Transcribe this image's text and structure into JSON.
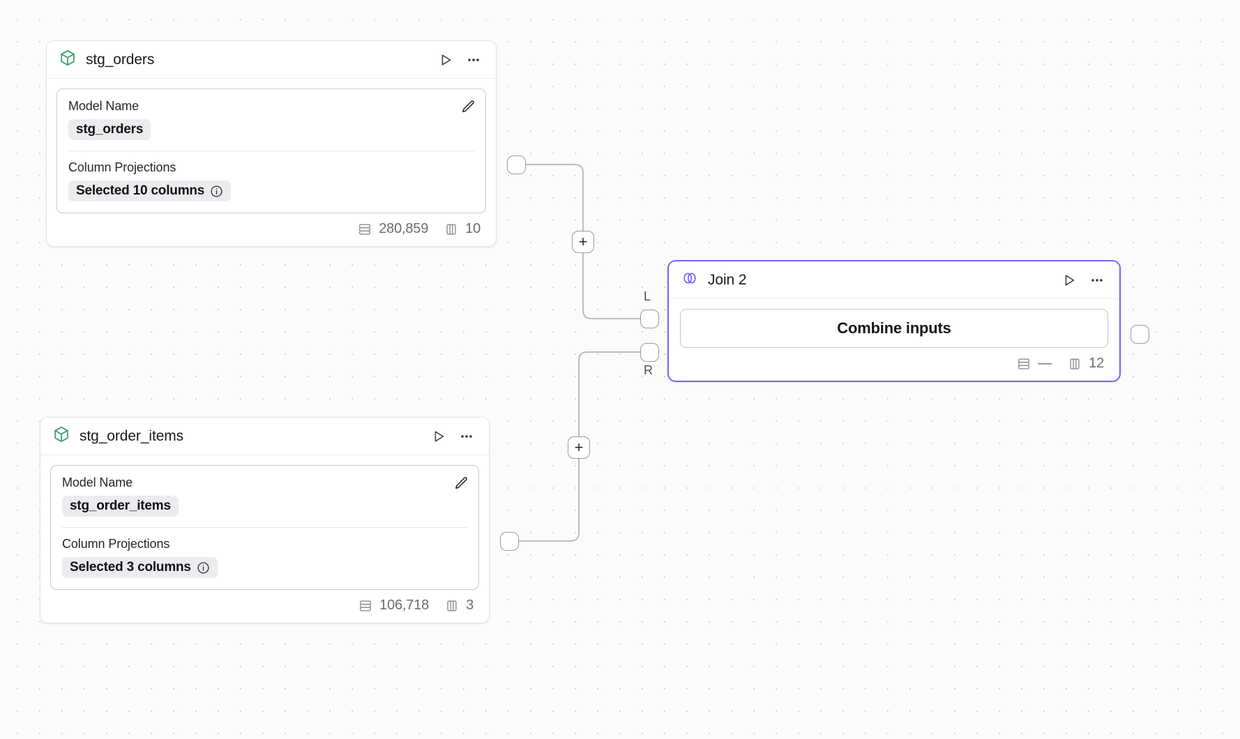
{
  "canvas": {
    "background_color": "#fbfbfb",
    "grid_dot_color": "#d4d4d8",
    "accent_color": "#7b61f8",
    "model_icon_color": "#3f9d6d"
  },
  "nodes": [
    {
      "id": "stg_orders",
      "type": "model",
      "icon": "cube-icon",
      "title": "stg_orders",
      "run_icon": "play-icon",
      "menu_icon": "ellipsis-icon",
      "detail": {
        "edit_icon": "pencil-icon",
        "fields": [
          {
            "label": "Model Name",
            "value": "stg_orders",
            "info_icon": null
          },
          {
            "label": "Column Projections",
            "value": "Selected 10 columns",
            "info_icon": "info-icon"
          }
        ]
      },
      "footer": {
        "rows_icon": "rows-icon",
        "rows": "280,859",
        "columns_icon": "columns-icon",
        "columns": "10"
      }
    },
    {
      "id": "stg_order_items",
      "type": "model",
      "icon": "cube-icon",
      "title": "stg_order_items",
      "run_icon": "play-icon",
      "menu_icon": "ellipsis-icon",
      "detail": {
        "edit_icon": "pencil-icon",
        "fields": [
          {
            "label": "Model Name",
            "value": "stg_order_items",
            "info_icon": null
          },
          {
            "label": "Column Projections",
            "value": "Selected 3 columns",
            "info_icon": "info-icon"
          }
        ]
      },
      "footer": {
        "rows_icon": "rows-icon",
        "rows": "106,718",
        "columns_icon": "columns-icon",
        "columns": "3"
      }
    },
    {
      "id": "join_2",
      "type": "join",
      "icon": "join-circles-icon",
      "title": "Join 2",
      "run_icon": "play-icon",
      "menu_icon": "ellipsis-icon",
      "selected": true,
      "action_label": "Combine inputs",
      "input_port_labels": {
        "left": "L",
        "right": "R"
      },
      "footer": {
        "rows_icon": "rows-icon",
        "rows": "—",
        "columns_icon": "columns-icon",
        "columns": "12"
      }
    }
  ],
  "edges": {
    "add_button_label": "+",
    "add_buttons": 2
  }
}
